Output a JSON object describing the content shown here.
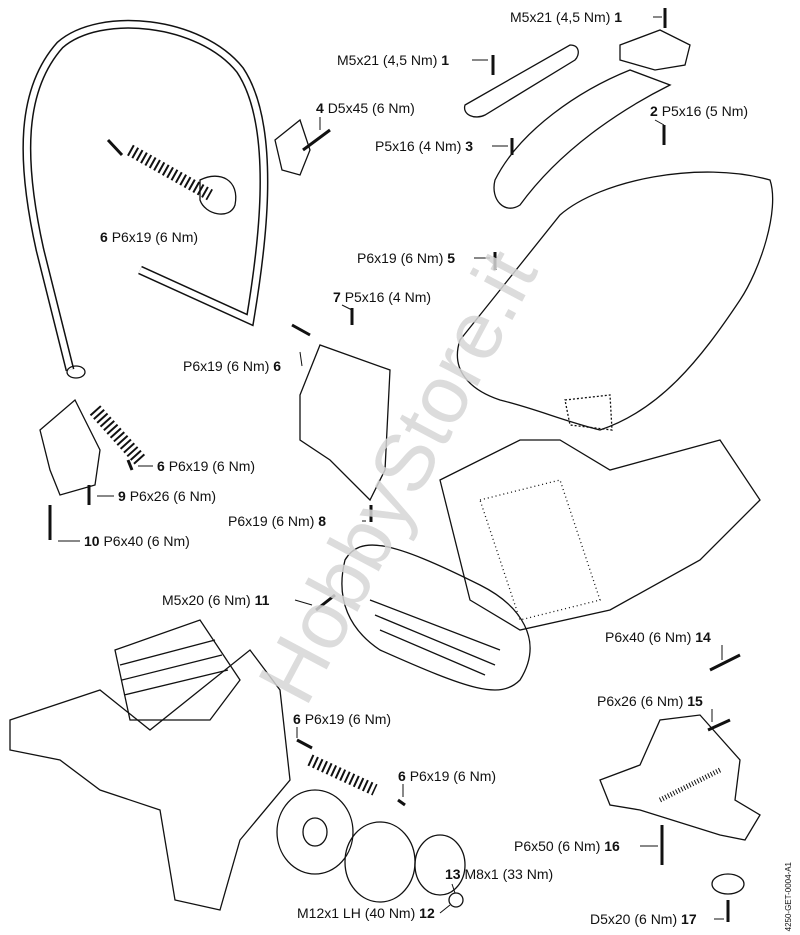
{
  "diagram": {
    "callouts": [
      {
        "num": "1",
        "spec": "M5x21 (4,5 Nm)"
      },
      {
        "num": "1",
        "spec": "M5x21 (4,5 Nm)"
      },
      {
        "num": "4",
        "spec": "D5x45 (6 Nm)"
      },
      {
        "num": "2",
        "spec": "P5x16 (5 Nm)"
      },
      {
        "num": "3",
        "spec": "P5x16 (4 Nm)"
      },
      {
        "num": "6",
        "spec": "P6x19 (6 Nm)"
      },
      {
        "num": "5",
        "spec": "P6x19 (6 Nm)"
      },
      {
        "num": "7",
        "spec": "P5x16 (4 Nm)"
      },
      {
        "num": "6",
        "spec": "P6x19 (6 Nm)"
      },
      {
        "num": "6",
        "spec": "P6x19 (6 Nm)"
      },
      {
        "num": "9",
        "spec": "P6x26 (6 Nm)"
      },
      {
        "num": "8",
        "spec": "P6x19 (6 Nm)"
      },
      {
        "num": "10",
        "spec": "P6x40 (6 Nm)"
      },
      {
        "num": "11",
        "spec": "M5x20 (6 Nm)"
      },
      {
        "num": "14",
        "spec": "P6x40 (6 Nm)"
      },
      {
        "num": "15",
        "spec": "P6x26 (6 Nm)"
      },
      {
        "num": "6",
        "spec": "P6x19 (6 Nm)"
      },
      {
        "num": "6",
        "spec": "P6x19 (6 Nm)"
      },
      {
        "num": "16",
        "spec": "P6x50 (6 Nm)"
      },
      {
        "num": "13",
        "spec": "M8x1 (33 Nm)"
      },
      {
        "num": "12",
        "spec": "M12x1 LH (40 Nm)"
      },
      {
        "num": "17",
        "spec": "D5x20 (6 Nm)"
      }
    ],
    "doc_code": "4250-GET-0004-A1",
    "watermark": "HobbyStore.it"
  }
}
